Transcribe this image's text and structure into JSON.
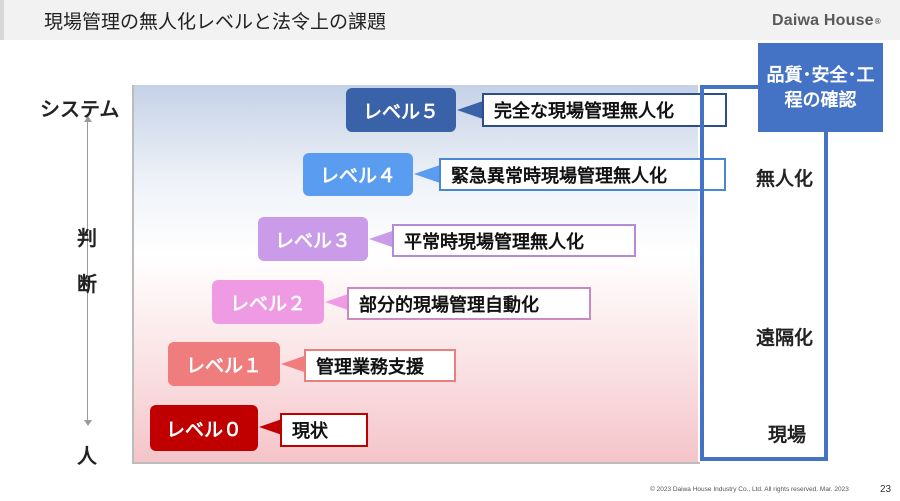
{
  "header": {
    "title": "現場管理の無人化レベルと法令上の課題",
    "logo_text": "Daiwa House",
    "logo_mark": "®"
  },
  "axis": {
    "top_label": "システム",
    "middle_label_1": "判",
    "middle_label_2": "断",
    "bottom_label": "人"
  },
  "levels": [
    {
      "label": "レベル０",
      "description": "現状",
      "color": "#c00000"
    },
    {
      "label": "レベル１",
      "description": "管理業務支援",
      "color": "#f07d7d"
    },
    {
      "label": "レベル２",
      "description": "部分的現場管理自動化",
      "color": "#ef9be3"
    },
    {
      "label": "レベル３",
      "description": "平常時現場管理無人化",
      "color": "#c99be8"
    },
    {
      "label": "レベル４",
      "description": "緊急異常時現場管理無人化",
      "color": "#5a9cf0"
    },
    {
      "label": "レベル５",
      "description": "完全な現場管理無人化",
      "color": "#3a62a8"
    }
  ],
  "right_panel": {
    "badge_text": "品質･安全･工程の確認",
    "badge_color": "#4472c4",
    "labels": {
      "unmanned": "無人化",
      "remote": "遠隔化",
      "site": "現場"
    }
  },
  "footer": {
    "copyright": "© 2023 Daiwa House Industry Co., Ltd. All rights reserved.  Mar. 2023",
    "page_number": "23"
  }
}
